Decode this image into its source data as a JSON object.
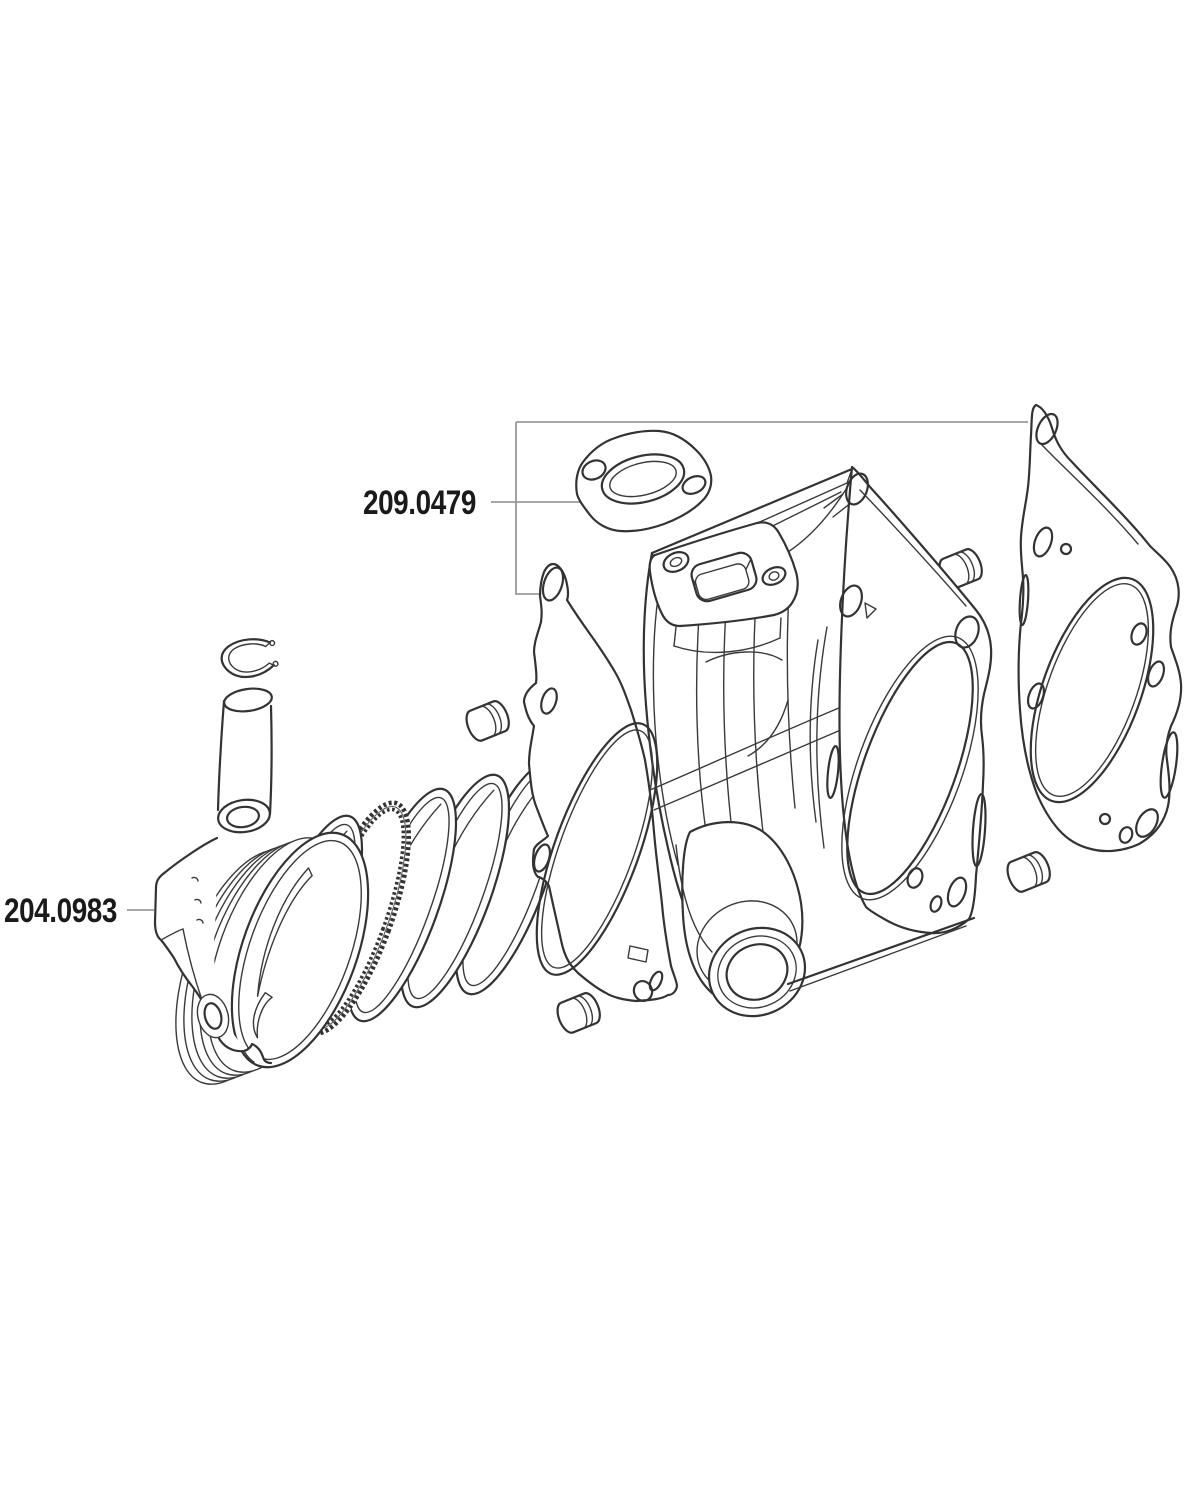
{
  "diagram": {
    "type": "exploded-parts-drawing",
    "subject": "engine cylinder kit",
    "background_color": "#ffffff",
    "line_color": "#333333",
    "leader_color": "#999999",
    "label_color": "#1a1a1a",
    "labels": {
      "gasket_kit_code": "209.0479",
      "piston_kit_code": "204.0983"
    },
    "parts": [
      "circlip",
      "piston-pin",
      "piston",
      "compression-ring",
      "oil-ring-expander",
      "compression-ring",
      "compression-ring",
      "compression-ring",
      "exhaust-gasket",
      "base-gasket",
      "cylinder-body",
      "head-gasket",
      "dowel-pin",
      "dowel-pin",
      "dowel-pin",
      "dowel-pin"
    ]
  }
}
